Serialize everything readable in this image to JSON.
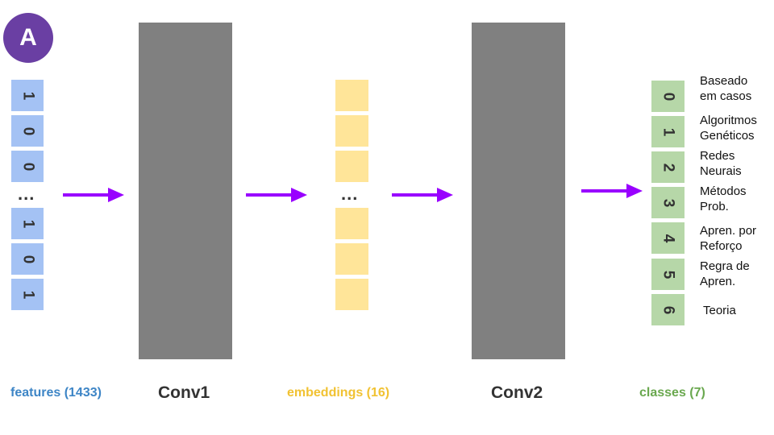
{
  "badge": "A",
  "features": {
    "cells": [
      "1",
      "0",
      "0",
      "1",
      "0",
      "1"
    ],
    "ellipsis": "...",
    "caption": "features (1433)"
  },
  "conv1": {
    "caption": "Conv1"
  },
  "embeddings": {
    "ellipsis": "...",
    "caption": "embeddings (16)"
  },
  "conv2": {
    "caption": "Conv2"
  },
  "classes": {
    "cells": [
      "0",
      "1",
      "2",
      "3",
      "4",
      "5",
      "6"
    ],
    "labels": [
      [
        "Baseado",
        "em casos"
      ],
      [
        "Algoritmos",
        "Genéticos"
      ],
      [
        "Redes",
        "Neurais"
      ],
      [
        "Métodos",
        "Prob."
      ],
      [
        "Apren. por",
        "Reforço"
      ],
      [
        "Regra de",
        "Apren."
      ],
      [
        "Teoria"
      ]
    ],
    "caption": "classes (7)"
  },
  "colors": {
    "features": "#3d85c6",
    "embeddings": "#f1c232",
    "classes": "#6aa84f",
    "conv": "#808080",
    "arrow": "#9900ff",
    "badge": "#6a3fa3"
  }
}
